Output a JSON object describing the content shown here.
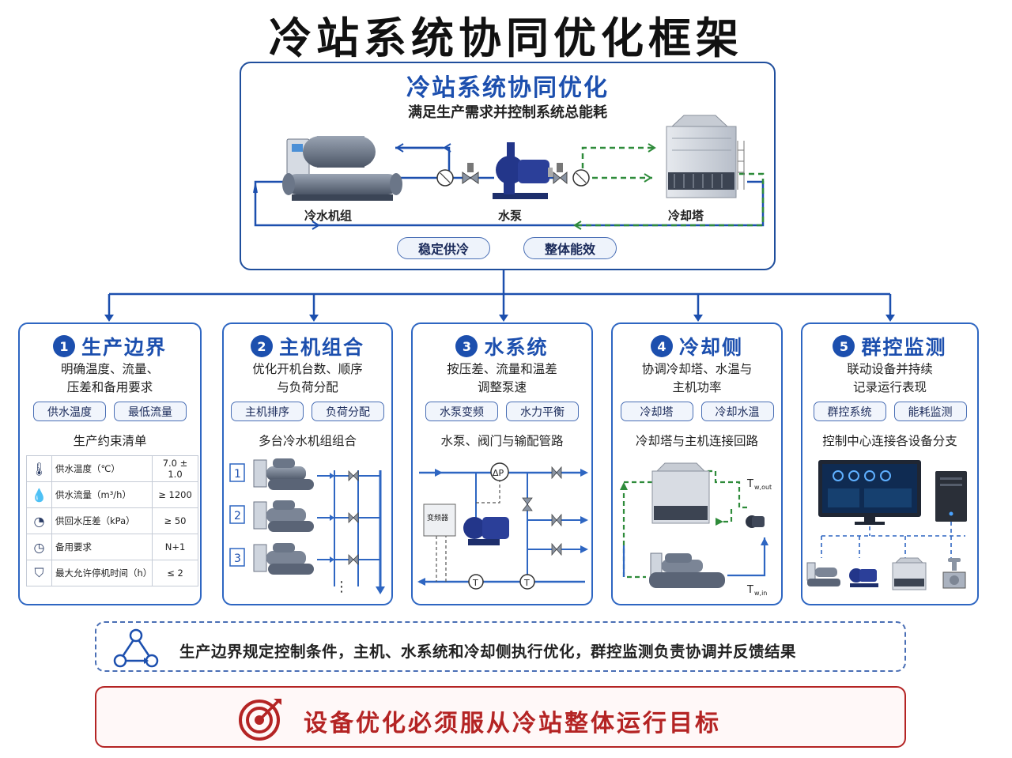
{
  "title": "冷站系统协同优化框架",
  "top": {
    "title": "冷站系统协同优化",
    "subtitle": "满足生产需求并控制系统总能耗",
    "labels": {
      "chiller": "冷水机组",
      "pump": "水泵",
      "tower": "冷却塔"
    },
    "pills": [
      "稳定供冷",
      "整体能效"
    ]
  },
  "cards": [
    {
      "num": "1",
      "title": "生产边界",
      "desc": "明确温度、流量、\n压差和备用要求",
      "tags": [
        "供水温度",
        "最低流量"
      ],
      "sub": "生产约束清单",
      "table": [
        {
          "icon": "thermometer-icon",
          "glyph": "🌡",
          "label": "供水温度（℃）",
          "value": "7.0 ± 1.0"
        },
        {
          "icon": "flow-icon",
          "glyph": "💧",
          "label": "供水流量（m³/h）",
          "value": "≥ 1200"
        },
        {
          "icon": "gauge-icon",
          "glyph": "◔",
          "label": "供回水压差（kPa）",
          "value": "≥ 50"
        },
        {
          "icon": "clock-icon",
          "glyph": "◷",
          "label": "备用要求",
          "value": "N+1"
        },
        {
          "icon": "shield-icon",
          "glyph": "⛉",
          "label": "最大允许停机时间（h）",
          "value": "≤ 2"
        }
      ]
    },
    {
      "num": "2",
      "title": "主机组合",
      "desc": "优化开机台数、顺序\n与负荷分配",
      "tags": [
        "主机排序",
        "负荷分配"
      ],
      "sub": "多台冷水机组组合",
      "units": [
        "1",
        "2",
        "3"
      ],
      "ellipsis": "⋮"
    },
    {
      "num": "3",
      "title": "水系统",
      "desc": "按压差、流量和温差\n调整泵速",
      "tags": [
        "水泵变频",
        "水力平衡"
      ],
      "sub": "水泵、阀门与输配管路",
      "sensor_dp": "ΔP",
      "sensor_t": "T",
      "vfd": "变频器"
    },
    {
      "num": "4",
      "title": "冷却侧",
      "desc": "协调冷却塔、水温与\n主机功率",
      "tags": [
        "冷却塔",
        "冷却水温"
      ],
      "sub": "冷却塔与主机连接回路",
      "t_out": "T",
      "t_out_sub": "w,out",
      "t_in": "T",
      "t_in_sub": "w,in"
    },
    {
      "num": "5",
      "title": "群控监测",
      "desc": "联动设备并持续\n记录运行表现",
      "tags": [
        "群控系统",
        "能耗监测"
      ],
      "sub": "控制中心连接各设备分支"
    }
  ],
  "note": "生产边界规定控制条件，主机、水系统和冷却侧执行优化，群控监测负责协调并反馈结果",
  "goal": "设备优化必须服从冷站整体运行目标",
  "colors": {
    "primary": "#1c4fae",
    "cooling_loop": "#2e8b3a",
    "goal": "#b42424"
  }
}
